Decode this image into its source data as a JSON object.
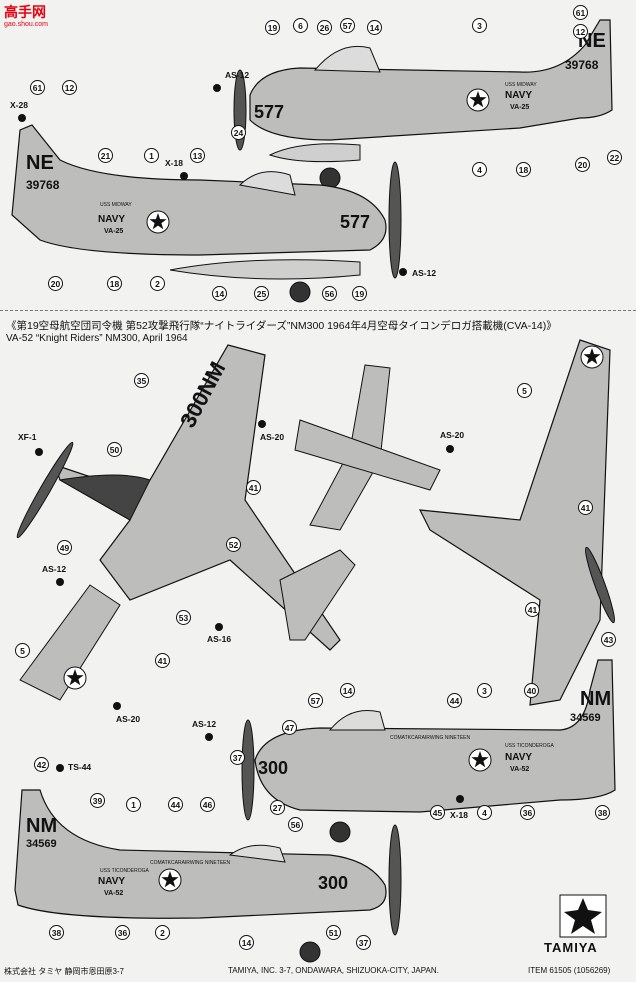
{
  "watermark": {
    "title": "高手网",
    "url": "gao.shou.com"
  },
  "caption": {
    "jp": "《第19空母航空団司令機 第52攻撃飛行隊“ナイトライダーズ”NM300 1964年4月空母タイコンデロガ搭載機(CVA-14)》",
    "en": "VA-52  “Knight  Riders” NM300, April 1964"
  },
  "aircraft_markings": {
    "top_right": {
      "tail": "NE",
      "serial": "39768",
      "nose": "577",
      "navy": "NAVY",
      "squadron": "VA-25",
      "ship": "USS MIDWAY"
    },
    "top_left": {
      "tail": "NE",
      "serial": "39768",
      "nose": "577",
      "navy": "NAVY",
      "squadron": "VA-25",
      "ship": "USS MIDWAY"
    },
    "wing": {
      "code": "300NM"
    },
    "bottom_right": {
      "tail": "NM",
      "serial": "34569",
      "nose": "300",
      "navy": "NAVY",
      "squadron": "VA-52",
      "ship": "USS TICONDEROGA",
      "cag": "COMATKCARAIRWING NINETEEN"
    },
    "bottom_left": {
      "tail": "NM",
      "serial": "34569",
      "nose": "300",
      "navy": "NAVY",
      "squadron": "VA-52",
      "ship": "USS TICONDEROGA",
      "cag": "COMATKCARAIRWING NINETEEN"
    }
  },
  "decal_numbers": {
    "n61a": "61",
    "n12a": "12",
    "n19a": "19",
    "n6": "6",
    "n26": "26",
    "n57a": "57",
    "n14a": "14",
    "n3a": "3",
    "n24": "24",
    "n4a": "4",
    "n18a": "18",
    "n20a": "20",
    "n22": "22",
    "n61b": "61",
    "n12b": "12",
    "n21": "21",
    "n1a": "1",
    "n13": "13",
    "n20b": "20",
    "n18b": "18",
    "n2a": "2",
    "n14b": "14",
    "n25": "25",
    "n56a": "56",
    "n19b": "19",
    "n35": "35",
    "n50": "50",
    "n41a": "41",
    "n52": "52",
    "n49": "49",
    "n53": "53",
    "n5a": "5",
    "n41b": "41",
    "n5b": "5",
    "n41c": "41",
    "n41d": "41",
    "n43": "43",
    "n40": "40",
    "n57b": "57",
    "n47": "47",
    "n14c": "14",
    "n44a": "44",
    "n3b": "3",
    "n37a": "37",
    "n27": "27",
    "n56b": "56",
    "n45": "45",
    "n4b": "4",
    "n36a": "36",
    "n38a": "38",
    "n42": "42",
    "n39": "39",
    "n1b": "1",
    "n44b": "44",
    "n46": "46",
    "n38b": "38",
    "n36b": "36",
    "n2b": "2",
    "n14d": "14",
    "n51": "51",
    "n37b": "37"
  },
  "codes": {
    "as12a": "AS-12",
    "x28": "X-28",
    "x18a": "X-18",
    "as12b": "AS-12",
    "as20a": "AS-20",
    "xf1": "XF-1",
    "as12c": "AS-12",
    "as16": "AS-16",
    "as20b": "AS-20",
    "as20c": "AS-20",
    "as12d": "AS-12",
    "x18b": "X-18",
    "ts44": "TS-44"
  },
  "footer": {
    "left": "株式会社 タミヤ  静岡市恩田原3-7",
    "center": "TAMIYA, INC. 3-7, ONDAWARA, SHIZUOKA-CITY, JAPAN.",
    "right": "ITEM 61505  (1056269)"
  },
  "logo": "TAMIYA",
  "colors": {
    "aircraft_gray": "#bdbdbb",
    "marking_black": "#111111",
    "watermark_red": "#e60012"
  }
}
